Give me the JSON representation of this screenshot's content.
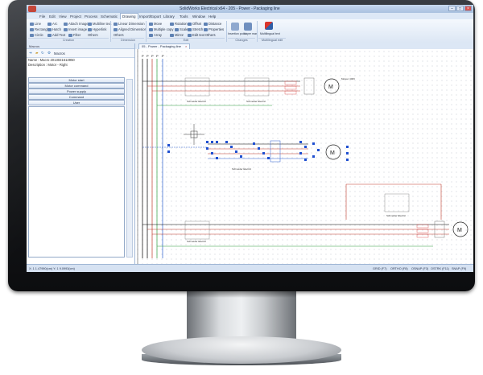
{
  "window": {
    "title": "SolidWorks Electrical x64 - 205 - Power - Packaging line",
    "controls": [
      "–",
      "□",
      "×"
    ]
  },
  "menu": {
    "items": [
      "File",
      "Edit",
      "View",
      "Project",
      "Process",
      "Schematic",
      "Drawing",
      "Import/Export",
      "Library",
      "Tools",
      "Window",
      "Help"
    ],
    "active": "Drawing"
  },
  "ribbon": {
    "creation": [
      "Line",
      "Arc",
      "Attach Image",
      "Multiline text",
      "Rectangle",
      "Hatch",
      "Insert image",
      "Hyperlink",
      "Circle",
      "Add Text",
      "Filter",
      "Others"
    ],
    "dimension": [
      "Linear Dimension",
      "Aligned Dimension",
      "Others"
    ],
    "edit": [
      "Move",
      "Rotation",
      "Offset",
      "Distance",
      "Multiple copy",
      "Scale",
      "Stretch",
      "Properties",
      "Array",
      "Mirror",
      "Edit text",
      "Others"
    ],
    "changes": [
      "Insertion point",
      "Layer man"
    ],
    "multilingual": [
      "Multilingual text"
    ],
    "groups": [
      "Creation",
      "Dimension",
      "Edit",
      "Changes",
      "Multilingual edit"
    ]
  },
  "left_panel": {
    "header": "Macros",
    "toolbar_label": "Macros",
    "name_line": "Name : Macro 2013021613950",
    "description_line": "Description : Motor - Right",
    "buttons": [
      "Motor start",
      "Motor command",
      "Power supply",
      "Command",
      "User"
    ]
  },
  "document_tab": "05 - Power - Packaging line",
  "schematic": {
    "labels": [
      "P",
      "P",
      "P",
      "P",
      "P"
    ],
    "motor_labels": [
      "Moteur 400V",
      "M",
      "M",
      "M"
    ],
    "breaker_labels": [
      "Schneider Electric",
      "Schneider Electric",
      "Schneider Electric",
      "Schneider Electric",
      "Schneider Electric"
    ]
  },
  "status": {
    "coords": "X: 1 1.47990(cm) Y: 1 9.0993(cm)",
    "right": [
      "GRID (F7)",
      "ORTHO (F8)",
      "OSNAP (F3)",
      "OSTRK (F11)",
      "SNAP (F9)"
    ]
  }
}
